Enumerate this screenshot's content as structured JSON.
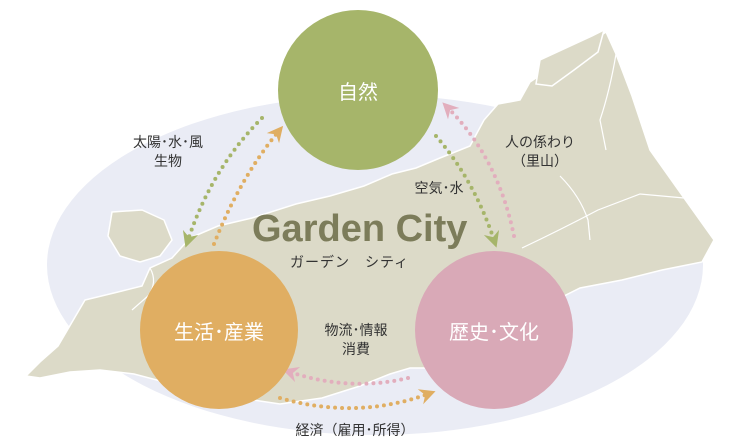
{
  "title": "Garden City",
  "subtitle": "ガーデン　シティ",
  "nodes": {
    "nature": {
      "label": "自然",
      "color": "#a6b56a"
    },
    "life_industry": {
      "label": "生活･産業",
      "color": "#e0ae62"
    },
    "history_culture": {
      "label": "歴史･文化",
      "color": "#d9a9b7"
    }
  },
  "flows": {
    "sun_water_wind": {
      "line1": "太陽･水･風",
      "line2": "生物"
    },
    "people_relations": {
      "line1": "人の係わり",
      "line2": "（里山）"
    },
    "air_water": {
      "line1": "空気･水"
    },
    "logistics_info": {
      "line1": "物流･情報",
      "line2": "消費"
    },
    "economy": {
      "line1": "経済（雇用･所得）"
    }
  },
  "colors": {
    "ellipse": "#eaecf5",
    "land": "#dcdac8",
    "land_edge": "#ffffff",
    "arrow_green": "#a6b56a",
    "arrow_orange": "#e0ae62",
    "arrow_pink": "#e2aebd"
  }
}
